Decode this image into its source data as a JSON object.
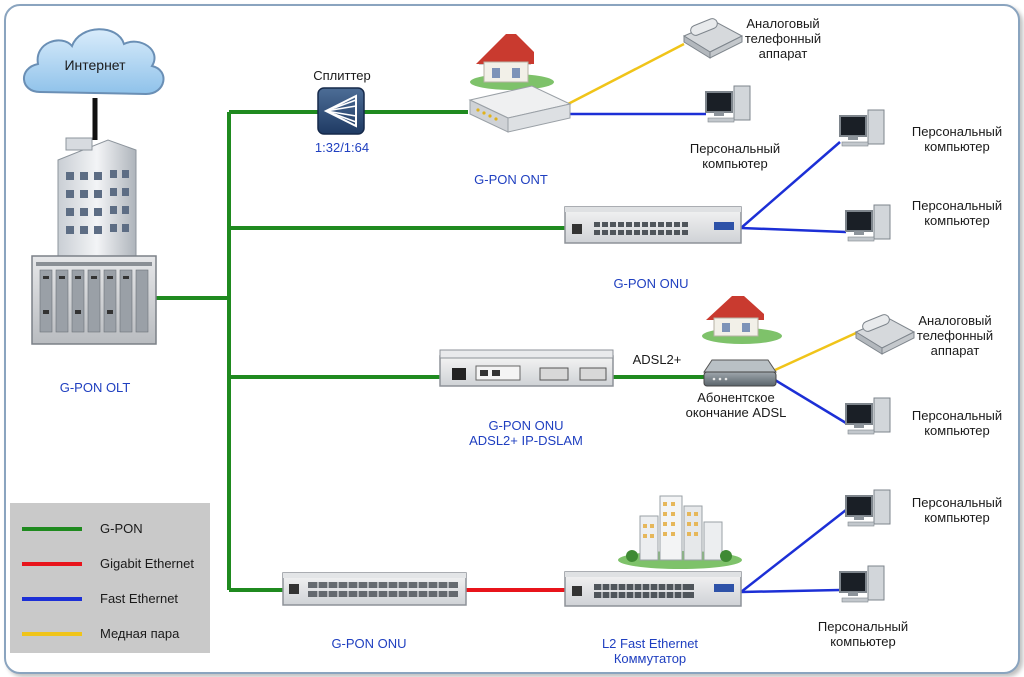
{
  "colors": {
    "gpon": "#1f8a1f",
    "gigabit_ethernet": "#e8141b",
    "fast_ethernet": "#1c2fd6",
    "copper_pair": "#f0c419",
    "label_blue": "#1f3fc0"
  },
  "internet": {
    "label": "Интернет"
  },
  "olt": {
    "label": "G-PON OLT"
  },
  "splitter": {
    "label": "Сплиттер",
    "ratio": "1:32/1:64"
  },
  "ont": {
    "label": "G-PON ONT"
  },
  "onu_switch": {
    "label": "G-PON ONU"
  },
  "onu_dslam": {
    "label_line1": "G-PON ONU",
    "label_line2": "ADSL2+ IP-DSLAM"
  },
  "adsl_link": {
    "label": "ADSL2+"
  },
  "adsl_modem": {
    "label_line1": "Абонентское",
    "label_line2": "окончание ADSL"
  },
  "onu_bottom": {
    "label": "G-PON ONU"
  },
  "l2_switch": {
    "label_line1": "L2 Fast Ethernet",
    "label_line2": "Коммутатор"
  },
  "endpoints": {
    "phone": {
      "line1": "Аналоговый",
      "line2": "телефонный",
      "line3": "аппарат"
    },
    "pc": {
      "line1": "Персональный",
      "line2": "компьютер"
    }
  },
  "legend": [
    {
      "label": "G-PON",
      "color": "#1f8a1f"
    },
    {
      "label": "Gigabit Ethernet",
      "color": "#e8141b"
    },
    {
      "label": "Fast Ethernet",
      "color": "#1c2fd6"
    },
    {
      "label": "Медная пара",
      "color": "#f0c419"
    }
  ]
}
